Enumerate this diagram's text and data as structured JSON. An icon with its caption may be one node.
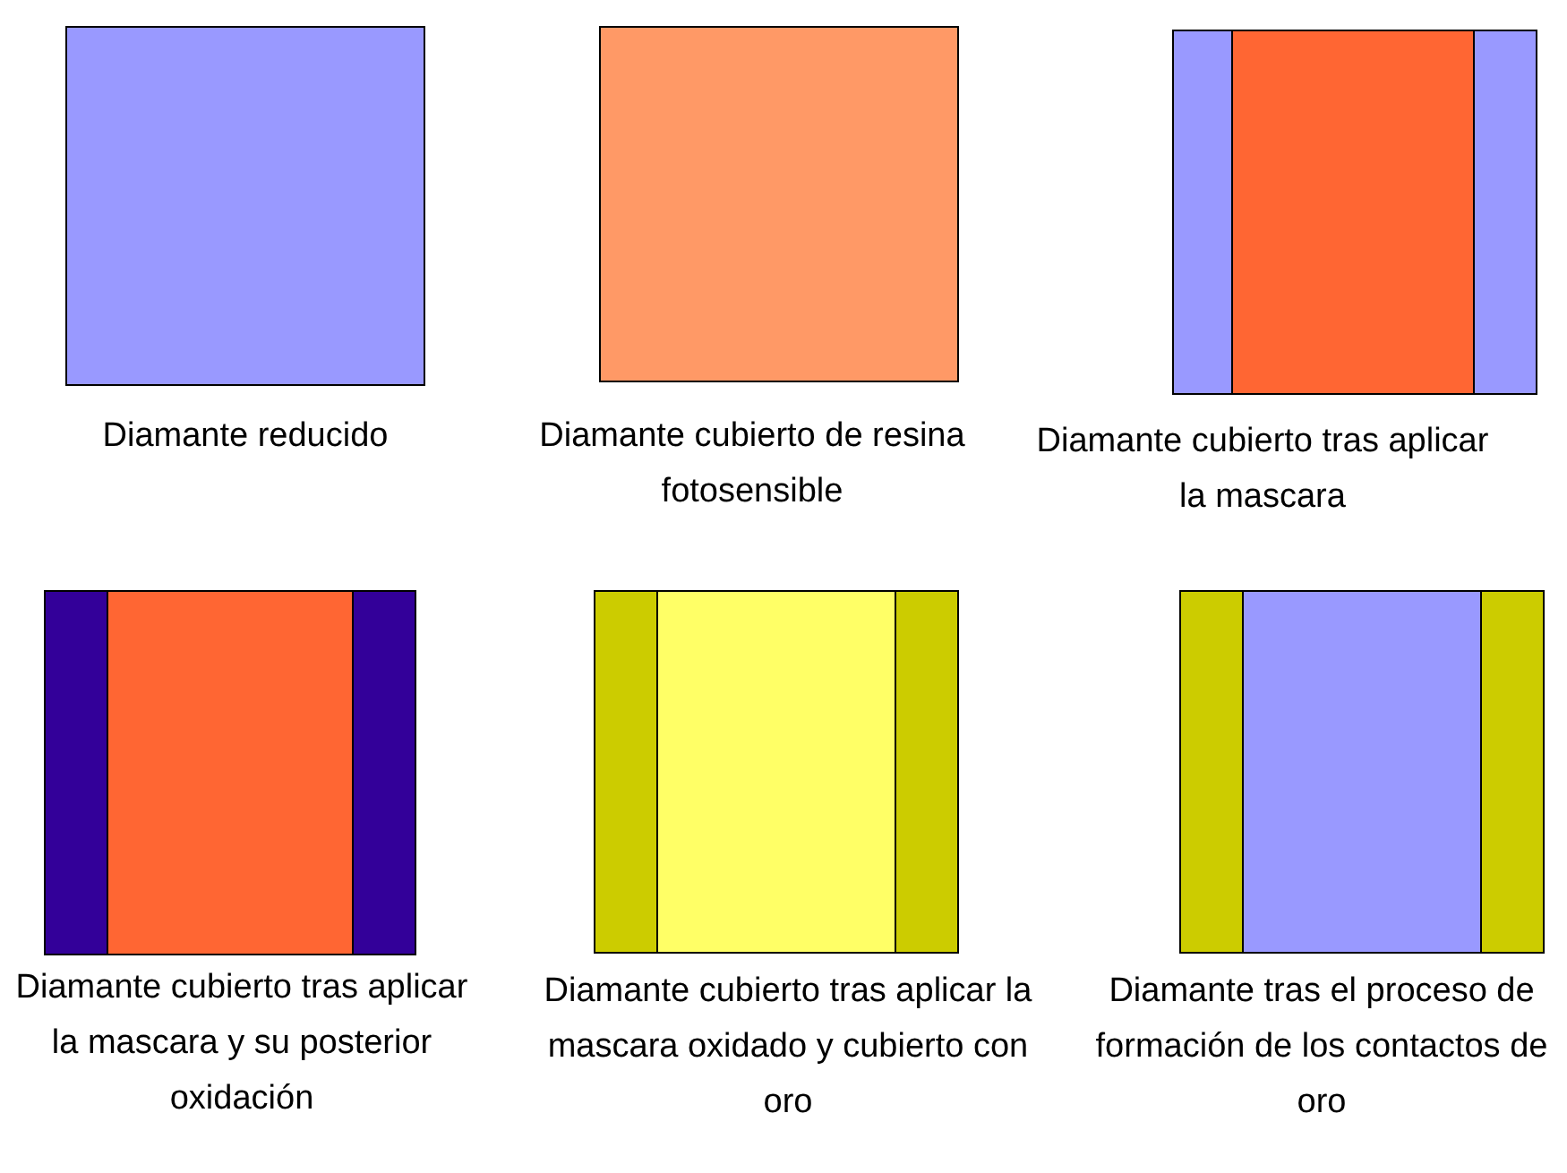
{
  "diagram": {
    "labels": [
      "Diamante reducido",
      "Diamante cubierto de resina fotosensible",
      "Diamante cubierto tras aplicar la mascara",
      "Diamante cubierto tras aplicar la mascara y su posterior oxidación",
      "Diamante cubierto tras aplicar la mascara oxidado y cubierto con oro",
      "Diamante tras el proceso de formación de los contactos de oro"
    ]
  }
}
